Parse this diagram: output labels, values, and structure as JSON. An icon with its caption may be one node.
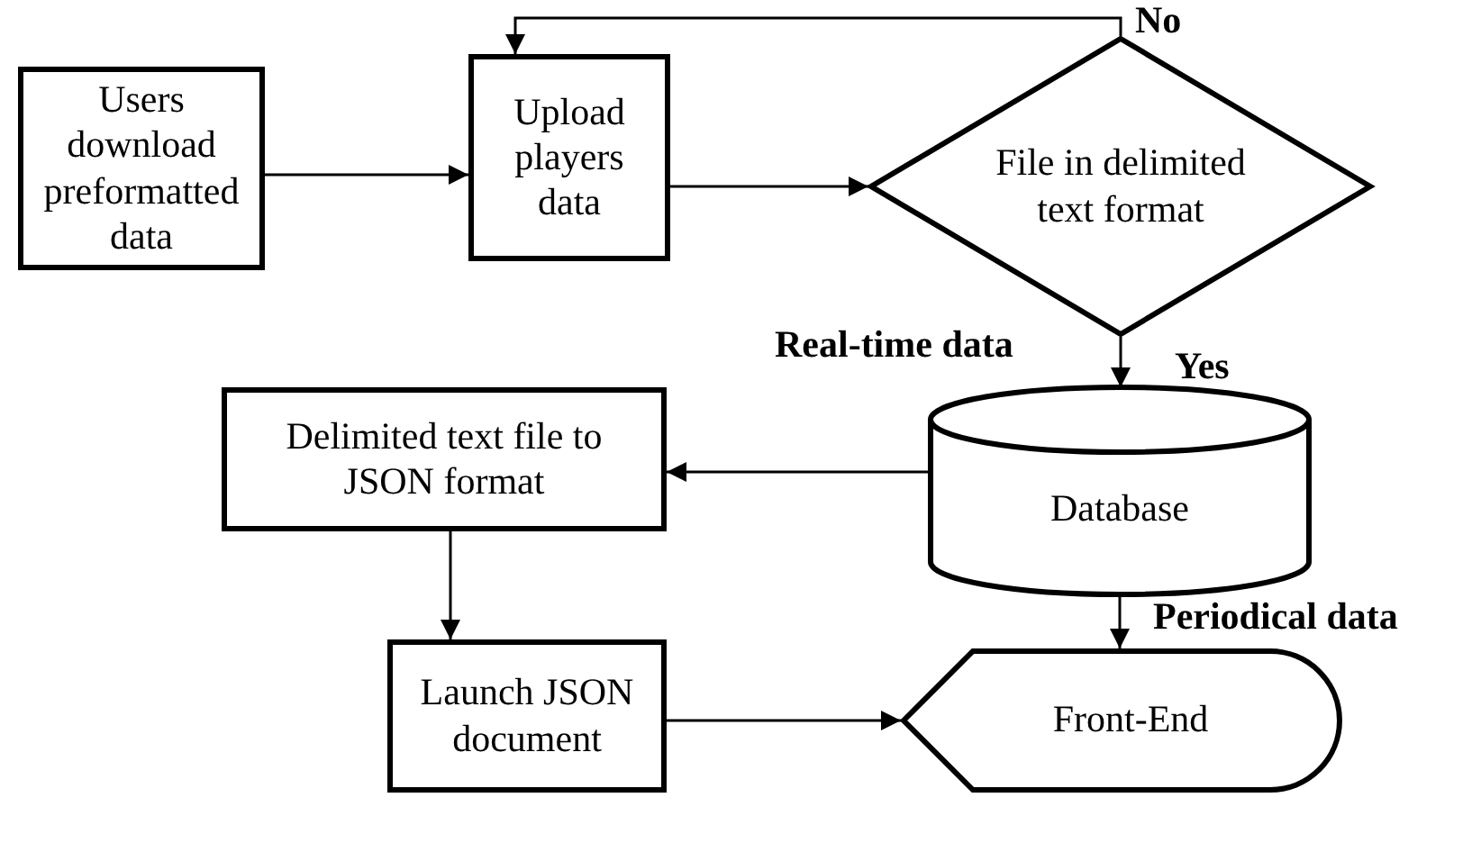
{
  "diagram": {
    "nodes": [
      {
        "text": [
          "Users download preformatted data"
        ]
      },
      {
        "text": [
          "Upload players data"
        ]
      },
      {
        "text": [
          "File in delimited text format"
        ]
      },
      {
        "text": [
          "Database"
        ]
      },
      {
        "text": [
          "Delimited text file to JSON format"
        ]
      },
      {
        "text": [
          "Launch JSON document"
        ]
      },
      {
        "text": [
          "Front-End"
        ]
      }
    ],
    "edges": [
      {
        "from": 0,
        "to": 1,
        "arrow": "to"
      },
      {
        "from": 1,
        "to": 2,
        "arrow": "to"
      },
      {
        "from": 2,
        "to": 1,
        "arrow": "to",
        "label": "No"
      },
      {
        "from": 2,
        "to": 3,
        "arrow": "to",
        "label": "Yes"
      },
      {
        "from": 3,
        "to": 4,
        "arrow": "to"
      },
      {
        "from": 4,
        "to": 5,
        "arrow": "to"
      },
      {
        "from": 5,
        "to": 6,
        "arrow": "to"
      },
      {
        "from": 3,
        "to": 6,
        "arrow": "to",
        "label": "Periodical data"
      }
    ],
    "labels": [
      "Real-time data"
    ]
  }
}
